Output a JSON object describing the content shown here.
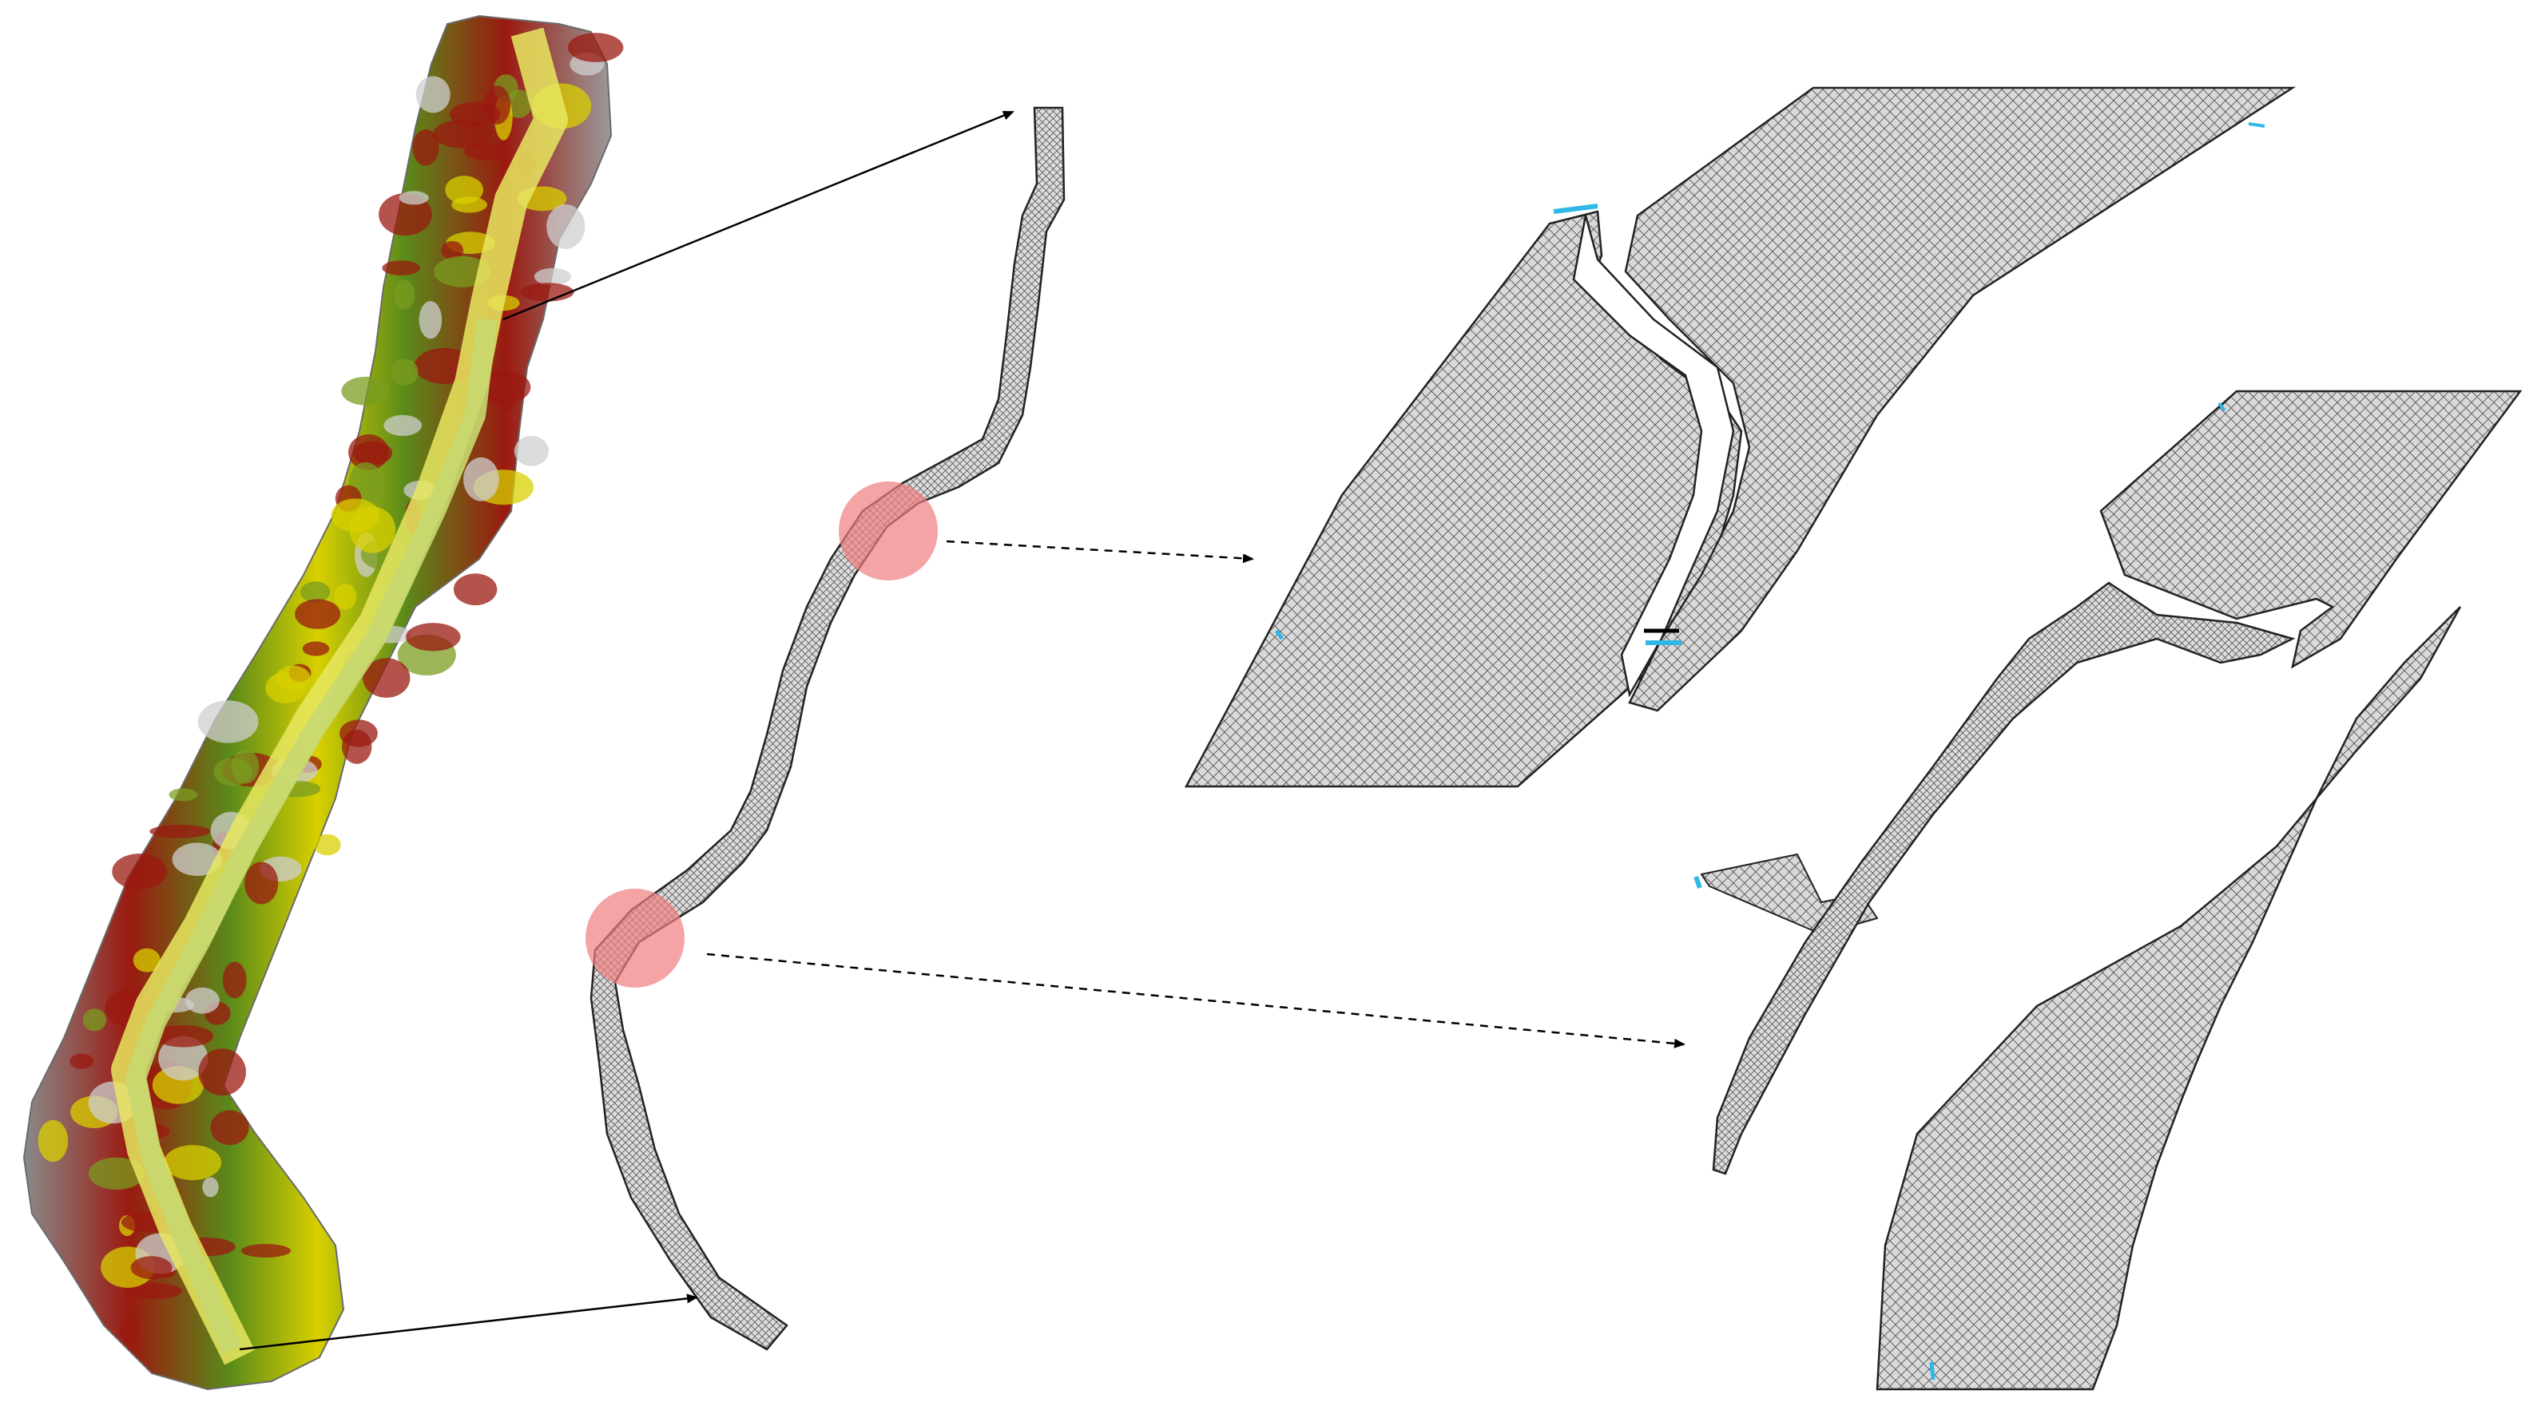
{
  "figure": {
    "panels": [
      {
        "id": "dem-map",
        "kind": "elevation-raster"
      },
      {
        "id": "mesh-overview",
        "kind": "computational-mesh"
      },
      {
        "id": "detail-upper",
        "kind": "mesh-detail"
      },
      {
        "id": "detail-lower",
        "kind": "mesh-detail"
      }
    ],
    "connectors": [
      {
        "from": "dem-map",
        "to": "mesh-overview",
        "style": "solid"
      },
      {
        "from": "mesh-overview",
        "to": "detail-upper",
        "style": "dashed"
      },
      {
        "from": "mesh-overview",
        "to": "detail-lower",
        "style": "dashed"
      }
    ],
    "highlight_count": 2
  },
  "colors": {
    "dem_low": "#7a9c1f",
    "dem_mid": "#d8d000",
    "dem_high": "#9a1a10",
    "dem_peak": "#cfcfcf",
    "mesh_fill": "#d9d9d9",
    "mesh_line": "#2b2b2b",
    "highlight": "#f07e7e",
    "boundary_marker": "#2fb8e6",
    "arrow": "#000000"
  }
}
